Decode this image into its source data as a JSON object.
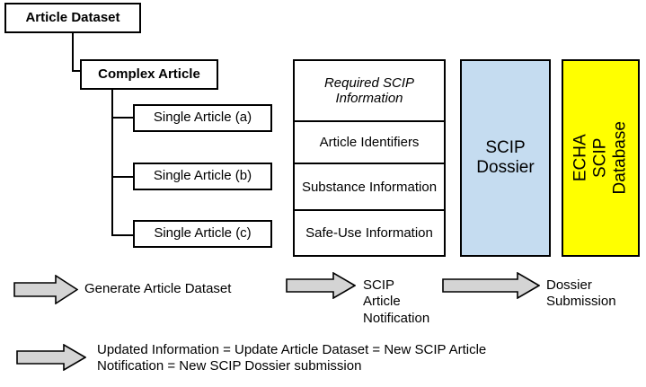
{
  "diagram": {
    "title": "SCIP Article Dataset to ECHA SCIP Database flow",
    "colors": {
      "dossier_fill": "#c5dcf0",
      "database_fill": "#ffff00",
      "arrow_fill": "#d4d4d4",
      "stroke": "#000000",
      "background": "#ffffff"
    }
  },
  "tree": {
    "root": {
      "label": "Article Dataset"
    },
    "branch": {
      "label": "Complex Article"
    },
    "leaves": [
      {
        "label": "Single Article (a)"
      },
      {
        "label": "Single Article (b)"
      },
      {
        "label": "Single Article (c)"
      }
    ]
  },
  "info_table": {
    "header": "Required SCIP\nInformation",
    "rows": [
      {
        "label": "Article Identifiers"
      },
      {
        "label": "Substance\nInformation"
      },
      {
        "label": "Safe-Use\nInformation"
      }
    ]
  },
  "blocks": {
    "dossier": {
      "label": "SCIP\nDossier"
    },
    "database": {
      "label": "ECHA SCIP\nDatabase"
    }
  },
  "flow_arrows": [
    {
      "icon": "right-arrow-icon",
      "caption": "Generate Article Dataset"
    },
    {
      "icon": "right-arrow-icon",
      "caption": "SCIP\nArticle\nNotification"
    },
    {
      "icon": "right-arrow-icon",
      "caption": "Dossier\nSubmission"
    }
  ],
  "footer": {
    "icon": "right-arrow-icon",
    "caption": "Updated Information = Update Article Dataset = New SCIP Article\nNotification = New SCIP Dossier submission"
  }
}
